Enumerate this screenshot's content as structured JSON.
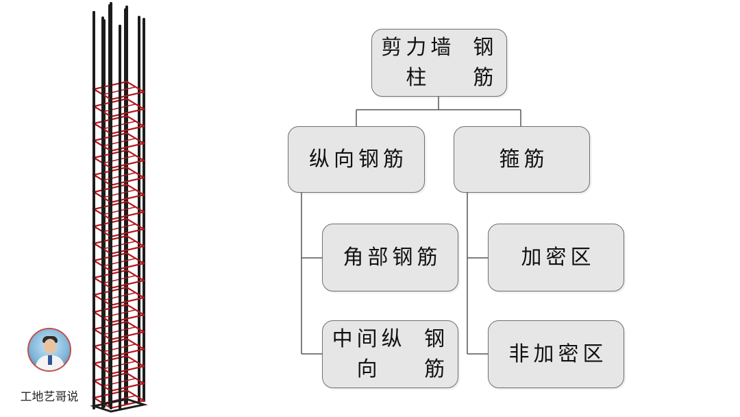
{
  "diagram": {
    "root": {
      "lines": [
        "剪力墙柱",
        "钢筋"
      ]
    },
    "branches": [
      {
        "label": "纵向钢筋",
        "children": [
          {
            "lines": [
              "角部钢筋"
            ]
          },
          {
            "lines": [
              "中间纵向",
              "钢筋"
            ]
          }
        ]
      },
      {
        "label": "箍筋",
        "children": [
          {
            "lines": [
              "加密区"
            ]
          },
          {
            "lines": [
              "非加密区"
            ]
          }
        ]
      }
    ]
  },
  "brand": {
    "name": "工地艺哥说"
  },
  "colors": {
    "rebar": "#1c1c1c",
    "stirrup": "#b3151b",
    "node_fill": "#e6e6e6",
    "node_border": "#6e6e6e"
  }
}
